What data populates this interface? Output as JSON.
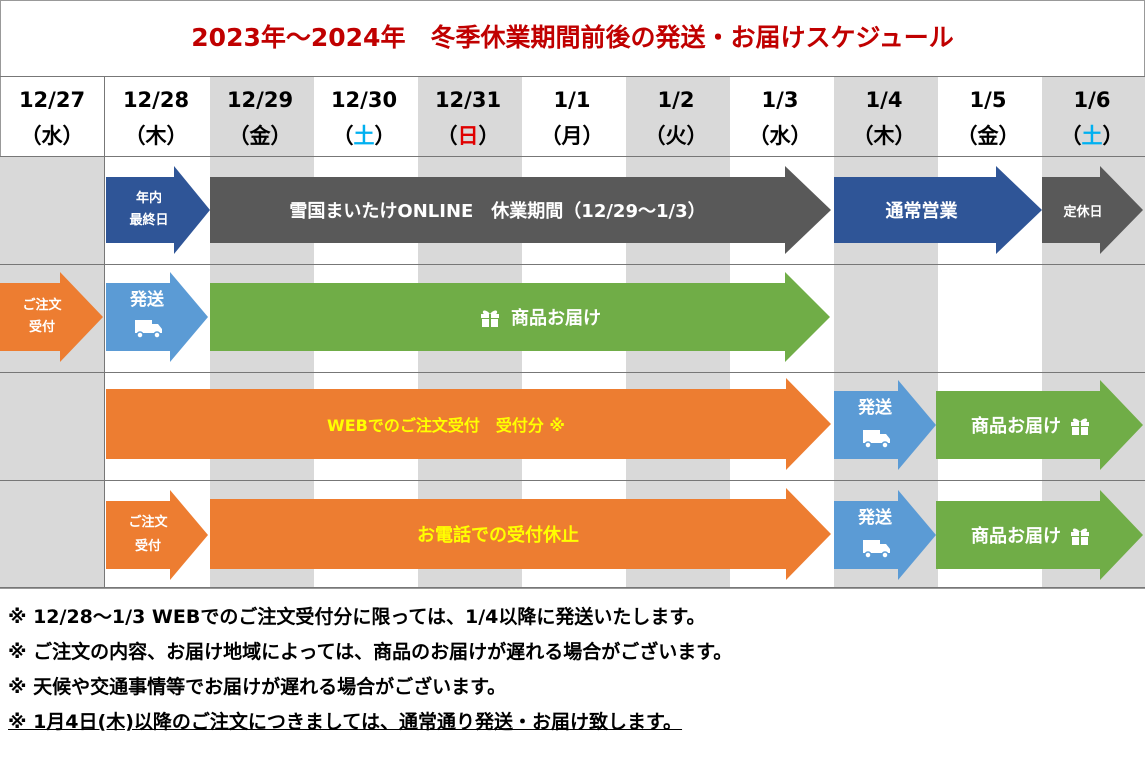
{
  "title": "2023年～2024年　冬季休業期間前後の発送・お届けスケジュール",
  "days": [
    {
      "date": "12/27",
      "weekday": "（水）",
      "color": "#000000"
    },
    {
      "date": "12/28",
      "weekday": "（木）",
      "color": "#000000"
    },
    {
      "date": "12/29",
      "weekday": "（金）",
      "color": "#000000"
    },
    {
      "date": "12/30",
      "weekday": "（土）",
      "color": "#00b0f0"
    },
    {
      "date": "12/31",
      "weekday": "（日）",
      "color": "#e00000"
    },
    {
      "date": "1/1",
      "weekday": "（月）",
      "color": "#000000"
    },
    {
      "date": "1/2",
      "weekday": "（火）",
      "color": "#000000"
    },
    {
      "date": "1/3",
      "weekday": "（水）",
      "color": "#000000"
    },
    {
      "date": "1/4",
      "weekday": "（木）",
      "color": "#000000"
    },
    {
      "date": "1/5",
      "weekday": "（金）",
      "color": "#000000"
    },
    {
      "date": "1/6",
      "weekday": "（土）",
      "color": "#00b0f0"
    }
  ],
  "row1": {
    "last_day_line1": "年内",
    "last_day_line2": "最終日",
    "holiday": "雪国まいたけONLINE　休業期間（12/29～1/3）",
    "normal": "通常営業",
    "closed": "定休日"
  },
  "row2": {
    "order_line1": "ご注文",
    "order_line2": "受付",
    "ship": "発送",
    "deliver": "商品お届け"
  },
  "row3": {
    "web_order": "WEBでのご注文受付　受付分 ※",
    "ship": "発送",
    "deliver": "商品お届け"
  },
  "row4": {
    "order_line1": "ご注文",
    "order_line2": "受付",
    "phone_stop": "お電話での受付休止",
    "ship": "発送",
    "deliver": "商品お届け"
  },
  "notes": [
    "※ 12/28～1/3 WEBでのご注文受付分に限っては、1/4以降に発送いたします。",
    "※ ご注文の内容、お届け地域によっては、商品のお届けが遅れる場合がございます。",
    "※ 天候や交通事情等でお届けが遅れる場合がございます。",
    "※ 1月4日(木)以降のご注文につきましては、通常通り発送・お届け致します。"
  ],
  "colors": {
    "title": "#c00000",
    "gray_arrow": "#595959",
    "navy_arrow": "#2f5597",
    "green_arrow": "#70ad47",
    "orange_arrow": "#ed7d31",
    "light_blue_arrow": "#5b9bd5",
    "yellow_text": "#ffff00",
    "column_shade": "#d9d9d9"
  },
  "icons": [
    "gift-icon",
    "truck-icon"
  ]
}
